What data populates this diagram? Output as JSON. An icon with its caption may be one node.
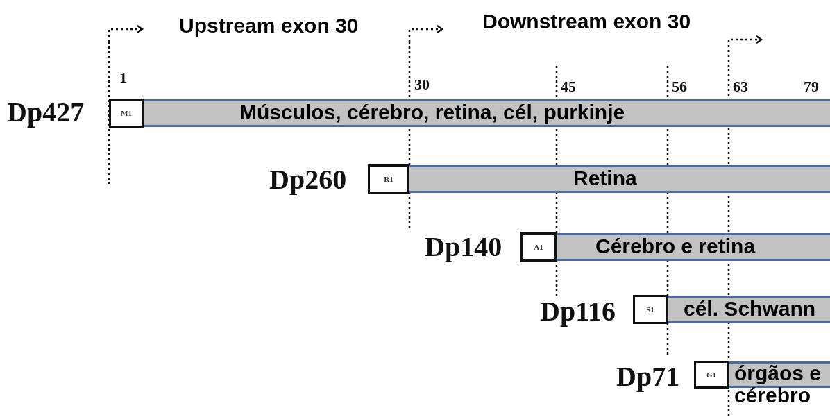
{
  "diagram": {
    "nodes": [
      {
        "text": [
          "M1"
        ],
        "beside": [
          "Dp427"
        ]
      },
      {
        "text": [
          "Músculos, cérebro, retina, cél, purkinje"
        ]
      },
      {
        "text": [
          "R1"
        ],
        "beside": [
          "Dp260"
        ]
      },
      {
        "text": [
          "Retina"
        ]
      },
      {
        "text": [
          "A1"
        ],
        "beside": [
          "Dp140"
        ]
      },
      {
        "text": [
          "Cérebro e retina"
        ]
      },
      {
        "text": [
          "S1"
        ],
        "beside": [
          "Dp116"
        ]
      },
      {
        "text": [
          "cél. Schwann"
        ]
      },
      {
        "text": [
          "G1"
        ],
        "beside": [
          "Dp71"
        ]
      },
      {
        "text": [
          "órgãos e cérebro"
        ]
      }
    ],
    "labels": [
      "Upstream exon 30",
      "Downstream exon 30",
      "1",
      "30",
      "45",
      "56",
      "63",
      "79"
    ]
  }
}
